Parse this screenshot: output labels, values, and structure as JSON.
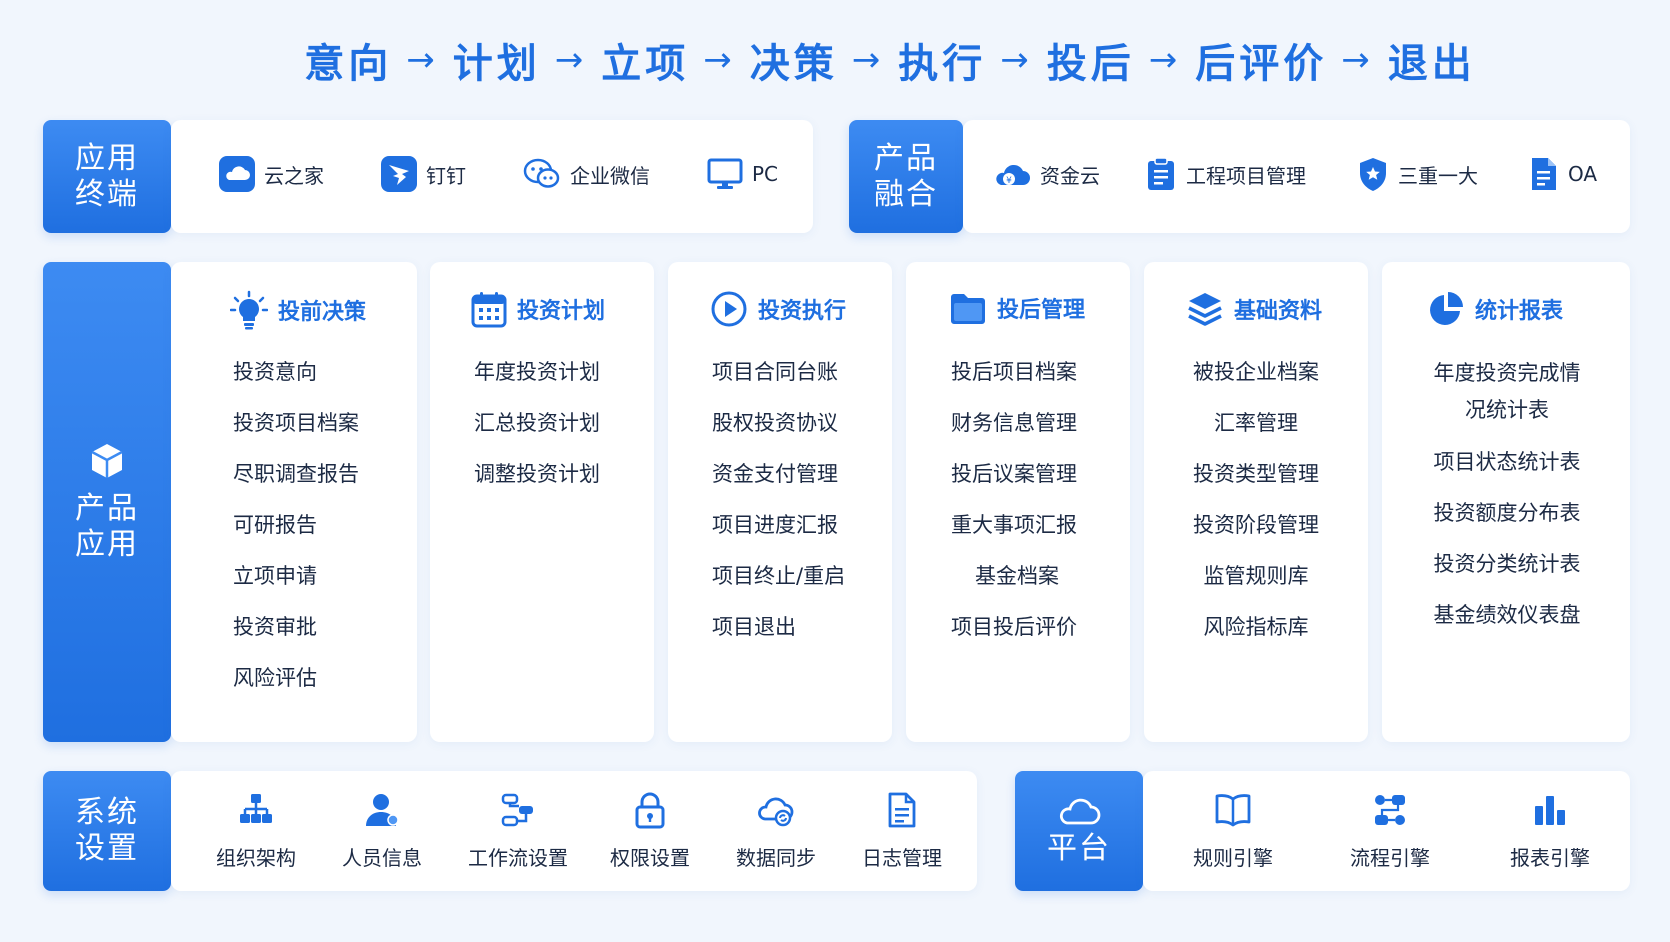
{
  "flow": [
    "意向",
    "计划",
    "立项",
    "决策",
    "执行",
    "投后",
    "后评价",
    "退出"
  ],
  "flow_arrow": "→",
  "terminals": {
    "label": "应用\n终端",
    "items": [
      {
        "label": "云之家",
        "icon": "cloud-icon"
      },
      {
        "label": "钉钉",
        "icon": "dingtalk-icon"
      },
      {
        "label": "企业微信",
        "icon": "wecom-icon"
      },
      {
        "label": "PC",
        "icon": "monitor-icon"
      }
    ]
  },
  "fusion": {
    "label": "产品\n融合",
    "items": [
      {
        "label": "资金云",
        "icon": "fund-cloud-icon"
      },
      {
        "label": "工程项目管理",
        "icon": "clipboard-icon"
      },
      {
        "label": "三重一大",
        "icon": "shield-icon"
      },
      {
        "label": "OA",
        "icon": "document-icon"
      }
    ]
  },
  "product_app": {
    "label": "产品\n应用",
    "icon": "cube-icon",
    "columns": [
      {
        "title": "投前决策",
        "icon": "lightbulb-icon",
        "items": [
          "投资意向",
          "投资项目档案",
          "尽职调查报告",
          "可研报告",
          "立项申请",
          "投资审批",
          "风险评估"
        ]
      },
      {
        "title": "投资计划",
        "icon": "calendar-icon",
        "items": [
          "年度投资计划",
          "汇总投资计划",
          "调整投资计划"
        ]
      },
      {
        "title": "投资执行",
        "icon": "play-icon",
        "items": [
          "项目合同台账",
          "股权投资协议",
          "资金支付管理",
          "项目进度汇报",
          "项目终止/重启",
          "项目退出"
        ]
      },
      {
        "title": "投后管理",
        "icon": "folder-icon",
        "items": [
          "投后项目档案",
          "财务信息管理",
          "投后议案管理",
          "重大事项汇报",
          "基金档案",
          "项目投后评价"
        ]
      },
      {
        "title": "基础资料",
        "icon": "layers-icon",
        "items": [
          "被投企业档案",
          "汇率管理",
          "投资类型管理",
          "投资阶段管理",
          "监管规则库",
          "风险指标库"
        ]
      },
      {
        "title": "统计报表",
        "icon": "pie-chart-icon",
        "items": [
          "年度投资完成情况统计表",
          "项目状态统计表",
          "投资额度分布表",
          "投资分类统计表",
          "基金绩效仪表盘"
        ]
      }
    ]
  },
  "system": {
    "label": "系统\n设置",
    "items": [
      {
        "label": "组织架构",
        "icon": "org-chart-icon"
      },
      {
        "label": "人员信息",
        "icon": "person-icon"
      },
      {
        "label": "工作流设置",
        "icon": "workflow-icon"
      },
      {
        "label": "权限设置",
        "icon": "lock-icon"
      },
      {
        "label": "数据同步",
        "icon": "cloud-sync-icon"
      },
      {
        "label": "日志管理",
        "icon": "log-icon"
      }
    ]
  },
  "platform": {
    "label": "平台",
    "icon": "cloud-outline-icon",
    "items": [
      {
        "label": "规则引擎",
        "icon": "book-icon"
      },
      {
        "label": "流程引擎",
        "icon": "flow-engine-icon"
      },
      {
        "label": "报表引擎",
        "icon": "bar-chart-icon"
      }
    ]
  },
  "colors": {
    "primary": "#1f6fe0",
    "primary_light": "#3d8bf2",
    "background": "#f1f6fd",
    "text": "#1c2a44"
  }
}
